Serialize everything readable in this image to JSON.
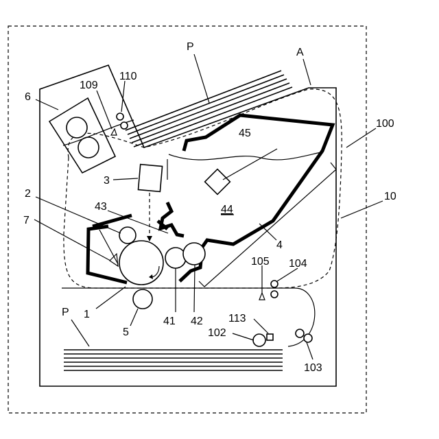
{
  "labels": {
    "printer": "100",
    "housing": "10",
    "sheet_top": "P",
    "sheet_bottom": "P",
    "discharge": "A",
    "reader_unit": "6",
    "sensor_109": "109",
    "roller_110": "110",
    "exposure": "3",
    "charger": "2",
    "cleaner": "7",
    "roller_43": "43",
    "drum": "1",
    "transfer": "5",
    "developer": "4",
    "developer_unit": "44",
    "agitator": "45",
    "roller_41": "41",
    "roller_42": "42",
    "sensor_105": "105",
    "roller_104": "104",
    "motor_113": "113",
    "roller_102": "102",
    "roller_103": "103"
  }
}
